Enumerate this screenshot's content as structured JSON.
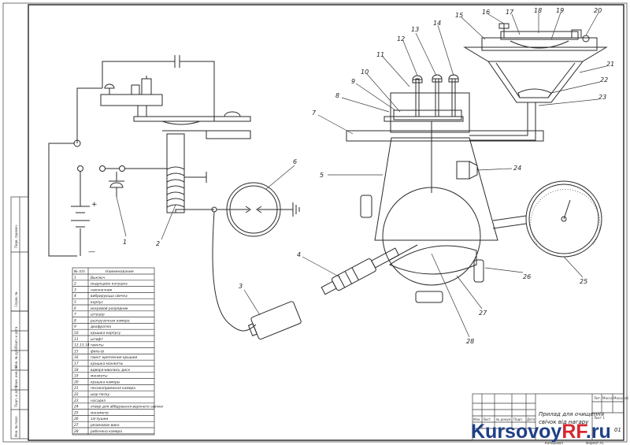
{
  "callouts": [
    "1",
    "2",
    "3",
    "4",
    "5",
    "6",
    "7",
    "8",
    "9",
    "10",
    "11",
    "12",
    "13",
    "14",
    "15",
    "16",
    "17",
    "18",
    "19",
    "20",
    "21",
    "22",
    "23",
    "24",
    "25",
    "26",
    "27",
    "28"
  ],
  "symbols": {
    "plus": "+",
    "minus": "—"
  },
  "parts_table": {
    "header": [
      "№ п/п",
      "Наименование"
    ],
    "rows": [
      [
        "1",
        "Выключ"
      ],
      [
        "2",
        "индукцион катушка"
      ],
      [
        "3",
        "наконечник"
      ],
      [
        "4",
        "вибрирующа свечка"
      ],
      [
        "5",
        "корпус"
      ],
      [
        "6",
        "искровой разрядник"
      ],
      [
        "7",
        "штуцер"
      ],
      [
        "8",
        "разгрузочная камера"
      ],
      [
        "9",
        "диафрагма"
      ],
      [
        "10",
        "крышка корпусу"
      ],
      [
        "11",
        "штифт"
      ],
      [
        "12,13,14",
        "гвинты"
      ],
      [
        "15",
        "фильтр"
      ],
      [
        "16",
        "гвинт крепления крышки"
      ],
      [
        "17",
        "крышка манжеты"
      ],
      [
        "18",
        "вдворачивались диск"
      ],
      [
        "19",
        "манжеты"
      ],
      [
        "20",
        "крышка камеры"
      ],
      [
        "21",
        "песокоприемная камера"
      ],
      [
        "22",
        "шар песку"
      ],
      [
        "23",
        "насадка"
      ],
      [
        "24",
        "отвор для аббдування верхнего свечки"
      ],
      [
        "25",
        "манометр"
      ],
      [
        "26",
        "заглушки"
      ],
      [
        "27",
        "резиновое вико"
      ],
      [
        "28",
        "робочена камера"
      ]
    ]
  },
  "side_stamp": [
    "Инв. № подл.",
    "Подп. и дата",
    "Взам. инв. №",
    "Инв. № дубл.",
    "Подп. и дата",
    "Справ. №",
    "Перв. примен."
  ],
  "title_block": {
    "title_line1": "Прилад для очищення",
    "title_line2": "свічок від нагару",
    "cols": [
      "Изм.",
      "Лист",
      "№ докум.",
      "Подп.",
      "Дата"
    ],
    "lit_header": [
      "Лит.",
      "Масса",
      "Масштаб"
    ],
    "sheet_no": "Лист 1",
    "sheet_count": "01",
    "bottom_left": "Копировал",
    "bottom_right": "Формат А1"
  },
  "watermark": {
    "part1": "Kursovoy",
    "part2": "RF",
    "part3": ".ru"
  }
}
